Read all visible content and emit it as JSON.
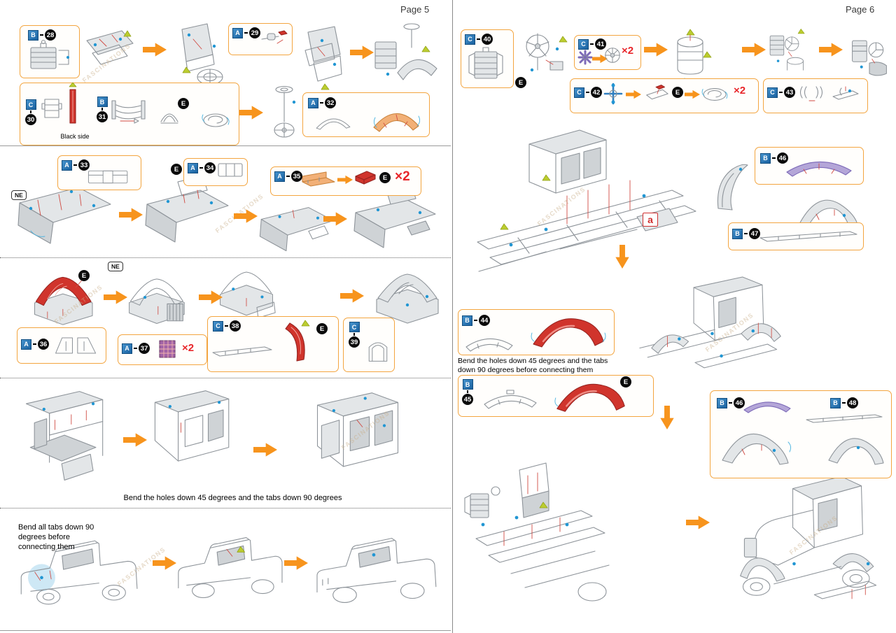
{
  "watermark": "FASCINATIONS",
  "pages": {
    "left": {
      "title": "Page 5"
    },
    "right": {
      "title": "Page 6"
    }
  },
  "badges": {
    "e": "E",
    "ne": "NE"
  },
  "labels": {
    "black_side": "Black side",
    "x2": "×2",
    "a": "a",
    "bend_holes_tabs": "Bend the holes down 45 degrees and the tabs down 90 degrees",
    "bend_all_tabs": "Bend all tabs down 90 degrees before connecting them",
    "bend_holes_tabs_connect": "Bend the holes down 45 degrees and the tabs down 90 degrees before connecting them"
  },
  "steps": {
    "s28": {
      "letter": "B",
      "num": "28"
    },
    "s29": {
      "letter": "A",
      "num": "29"
    },
    "s30": {
      "letter": "C",
      "num": "30"
    },
    "s31": {
      "letter": "B",
      "num": "31"
    },
    "s32": {
      "letter": "A",
      "num": "32"
    },
    "s33": {
      "letter": "A",
      "num": "33"
    },
    "s34": {
      "letter": "A",
      "num": "34"
    },
    "s35": {
      "letter": "A",
      "num": "35"
    },
    "s36": {
      "letter": "A",
      "num": "36"
    },
    "s37": {
      "letter": "A",
      "num": "37"
    },
    "s38": {
      "letter": "C",
      "num": "38"
    },
    "s39": {
      "letter": "C",
      "num": "39"
    },
    "s40": {
      "letter": "C",
      "num": "40"
    },
    "s41": {
      "letter": "C",
      "num": "41"
    },
    "s42": {
      "letter": "C",
      "num": "42"
    },
    "s43": {
      "letter": "C",
      "num": "43"
    },
    "s44": {
      "letter": "B",
      "num": "44"
    },
    "s45": {
      "letter": "B",
      "num": "45"
    },
    "s46": {
      "letter": "B",
      "num": "46"
    },
    "s47": {
      "letter": "B",
      "num": "47"
    },
    "s48": {
      "letter": "B",
      "num": "48"
    }
  }
}
